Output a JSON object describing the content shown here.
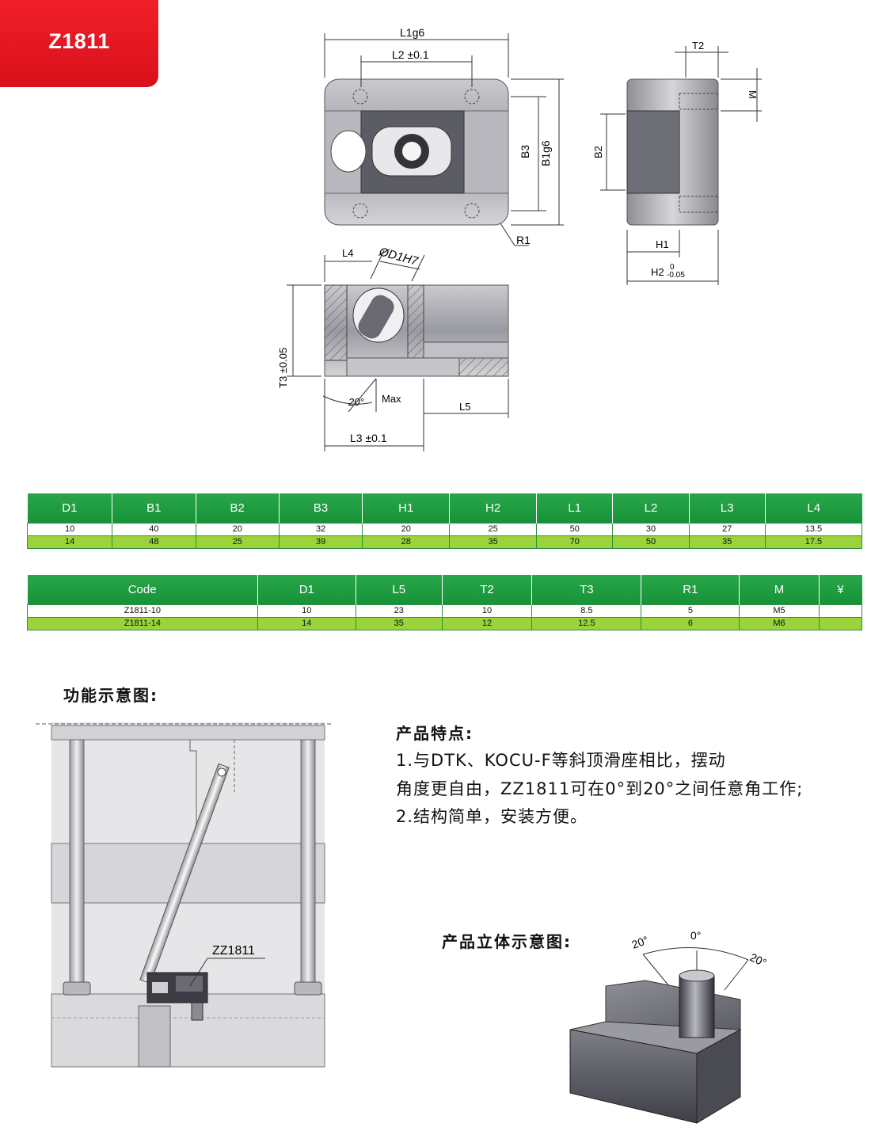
{
  "badge": {
    "code": "Z1811"
  },
  "drawing": {
    "L1g6": "L1g6",
    "L2": "L2 ±0.1",
    "B3": "B3",
    "B1g6": "B1g6",
    "R1": "R1",
    "T2": "T2",
    "M": "M",
    "B2": "B2",
    "H1": "H1",
    "H2": "H2",
    "H2_tol_top": "0",
    "H2_tol_bottom": "-0.05",
    "L4": "L4",
    "D1H7": "ØD1H7",
    "T3": "T3 ±0.05",
    "angle": "20°",
    "max": "Max",
    "L5": "L5",
    "L3": "L3 ±0.1"
  },
  "table1": {
    "headers": [
      "D1",
      "B1",
      "B2",
      "B3",
      "H1",
      "H2",
      "L1",
      "L2",
      "L3",
      "L4"
    ],
    "rows": [
      [
        "10",
        "40",
        "20",
        "32",
        "20",
        "25",
        "50",
        "30",
        "27",
        "13.5"
      ],
      [
        "14",
        "48",
        "25",
        "39",
        "28",
        "35",
        "70",
        "50",
        "35",
        "17.5"
      ]
    ]
  },
  "table2": {
    "headers": [
      "Code",
      "D1",
      "L5",
      "T2",
      "T3",
      "R1",
      "M",
      "¥"
    ],
    "rows": [
      [
        "Z1811-10",
        "10",
        "23",
        "10",
        "8.5",
        "5",
        "M5",
        ""
      ],
      [
        "Z1811-14",
        "14",
        "35",
        "12",
        "12.5",
        "6",
        "M6",
        ""
      ]
    ]
  },
  "function_title": "功能示意图:",
  "function_label": "ZZ1811",
  "features": {
    "title": "产品特点:",
    "lines": [
      "1.与DTK、KOCU-F等斜顶滑座相比，摆动",
      "角度更自由，ZZ1811可在0°到20°之间任意角工作;",
      "2.结构简单，安装方便。"
    ]
  },
  "iso": {
    "title": "产品立体示意图:",
    "angle_left": "20°",
    "angle_center": "0°",
    "angle_right": "20°"
  },
  "colors": {
    "badge": "#e3141e",
    "header_green": "#1f9b3f",
    "row_green": "#9bd33b"
  }
}
